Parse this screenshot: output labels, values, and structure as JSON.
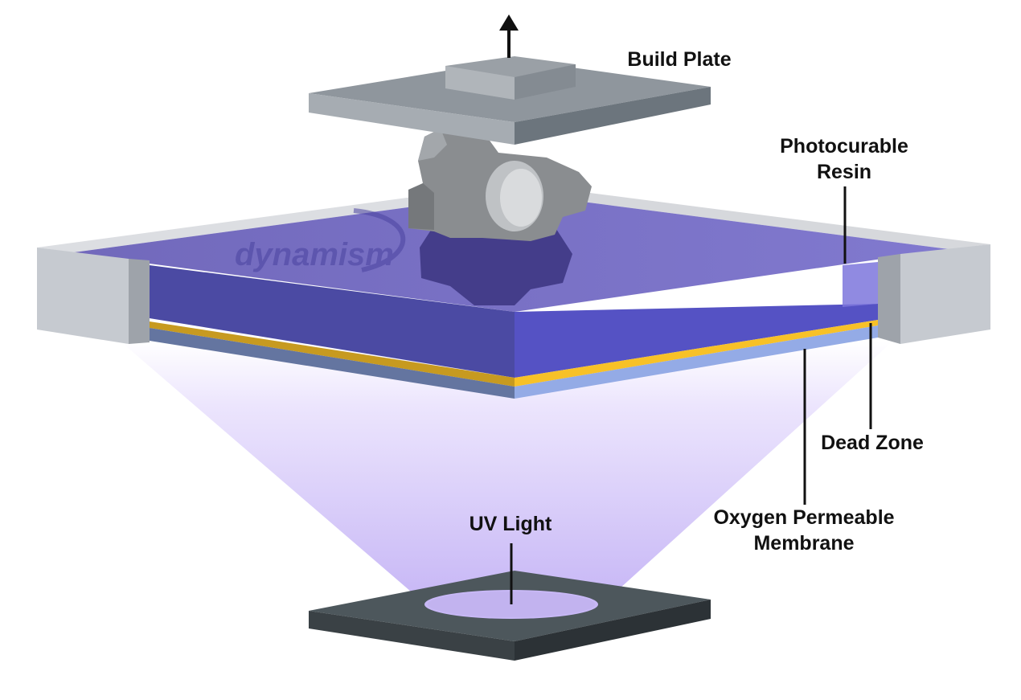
{
  "labels": {
    "build_plate": "Build Plate",
    "resin_line1": "Photocurable",
    "resin_line2": "Resin",
    "dead_zone": "Dead Zone",
    "membrane_line1": "Oxygen Permeable",
    "membrane_line2": "Membrane",
    "uv_light": "UV Light"
  },
  "watermark": "dynamism",
  "colors": {
    "resin": "#5a4fc4",
    "dead_zone": "#f2b824",
    "membrane": "#8fa8e6",
    "uv_glow": "#c8b8f6",
    "tank_wall": "#c6cad0",
    "build_plate": "#9aa0a6",
    "gear": "#8a8d90",
    "uv_base": "#4d575c"
  }
}
